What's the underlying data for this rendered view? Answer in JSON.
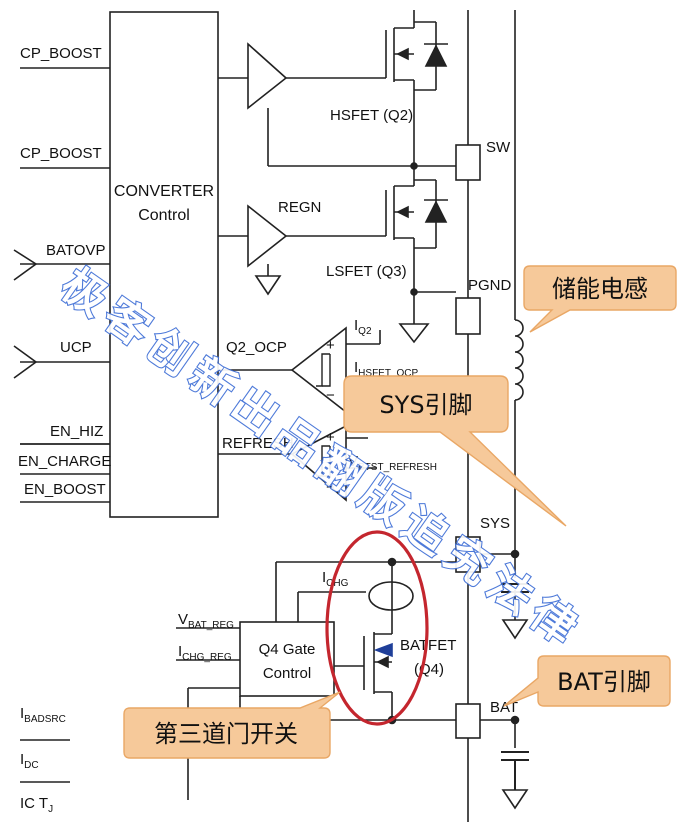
{
  "colors": {
    "wire": "#222222",
    "callout_fill": "#f6c99a",
    "callout_stroke": "#e9a765",
    "highlight_ellipse": "#c4262e",
    "watermark": "#3f6fd6",
    "arrow": "#1f3f99"
  },
  "signals_left": {
    "cp_boost_1": "CP_BOOST",
    "cp_boost_2": "CP_BOOST",
    "batovp": "BATOVP",
    "ucp": "UCP",
    "en_hiz": "EN_HIZ",
    "en_charge": "EN_CHARGE",
    "en_boost": "EN_BOOST"
  },
  "converter": {
    "line1": "CONVERTER",
    "line2": "Control"
  },
  "fets": {
    "hsfet": "HSFET (Q2)",
    "lsfet": "LSFET (Q3)",
    "regn": "REGN",
    "batfet_line1": "BATFET",
    "batfet_line2": "(Q4)"
  },
  "comparators": {
    "q2_ocp": "Q2_OCP",
    "refresh": "REFRESH",
    "iq2_main": "I",
    "iq2_sub": "Q2",
    "ihs_main": "I",
    "ihs_sub": "HSFET_OCP",
    "vbtst_main": "V",
    "vbtst_sub": "BTST_REFRESH",
    "plus": "+",
    "minus": "−"
  },
  "pins": {
    "sw": "SW",
    "pgnd": "PGND",
    "sys": "SYS",
    "bat": "BAT"
  },
  "q4": {
    "line1": "Q4 Gate",
    "line2": "Control",
    "vbat_main": "V",
    "vbat_sub": "BAT_REG",
    "ichg_main": "I",
    "ichg_sub": "CHG_REG",
    "ichg2_main": "I",
    "ichg2_sub": "CHG"
  },
  "bottom_left": {
    "ibadsrc_main": "I",
    "ibadsrc_sub": "BADSRC",
    "idc_main": "I",
    "idc_sub": "DC",
    "ict_main": "IC T",
    "ict_sub": "J"
  },
  "callouts": {
    "inductor": "储能电感",
    "sys": "SYS引脚",
    "bat": "BAT引脚",
    "third_switch": "第三道门开关"
  },
  "watermark": "极客创新出品翻版追究法律"
}
